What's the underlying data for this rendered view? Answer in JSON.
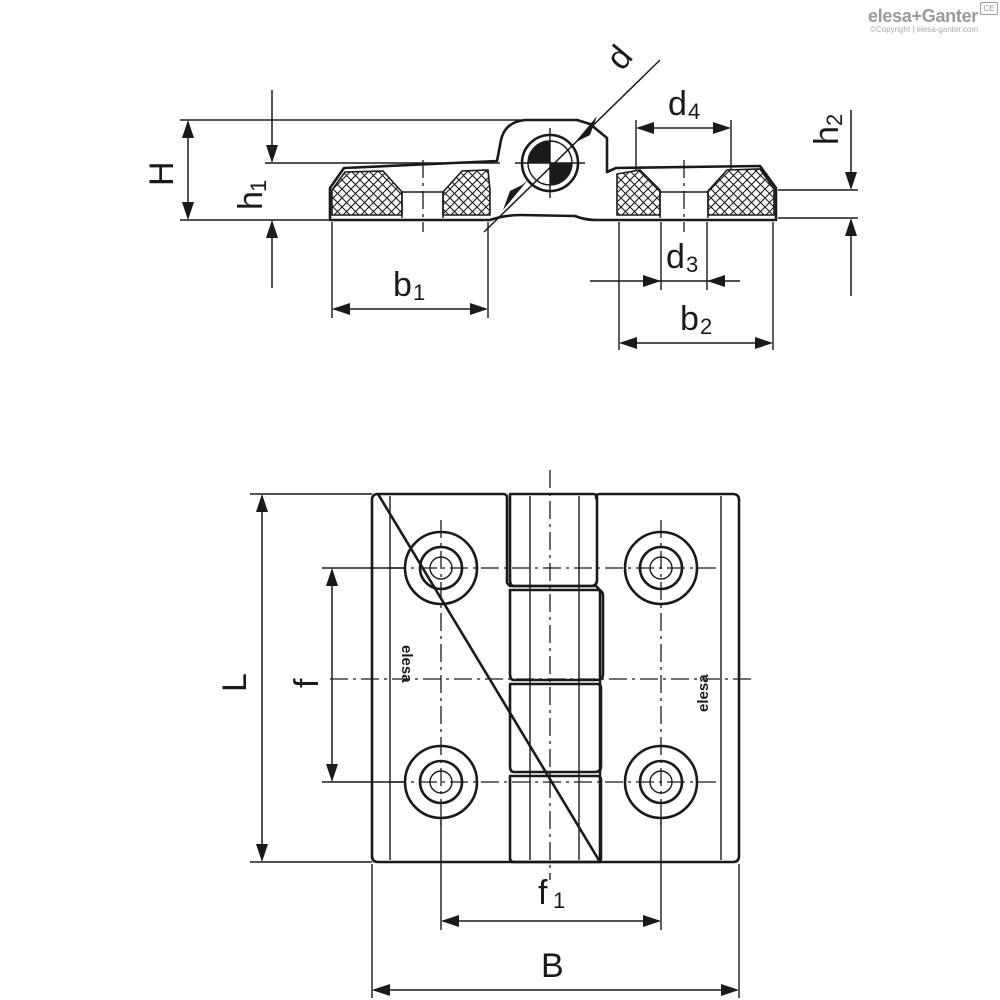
{
  "brand": {
    "name": "elesa+Ganter",
    "copyright": "©Copyright | elesa-ganter.com",
    "badge": "CE"
  },
  "labels": {
    "d": "d",
    "d4_main": "d",
    "d4_sub": "4",
    "d3_main": "d",
    "d3_sub": "3",
    "H": "H",
    "h1_main": "h",
    "h1_sub": "1",
    "h2_main": "h",
    "h2_sub": "2",
    "b1_main": "b",
    "b1_sub": "1",
    "b2_main": "b",
    "b2_sub": "2",
    "L": "L",
    "f": "f",
    "f1_main": "f",
    "f1_sub": "1",
    "B": "B"
  },
  "logo_text": "elesa"
}
